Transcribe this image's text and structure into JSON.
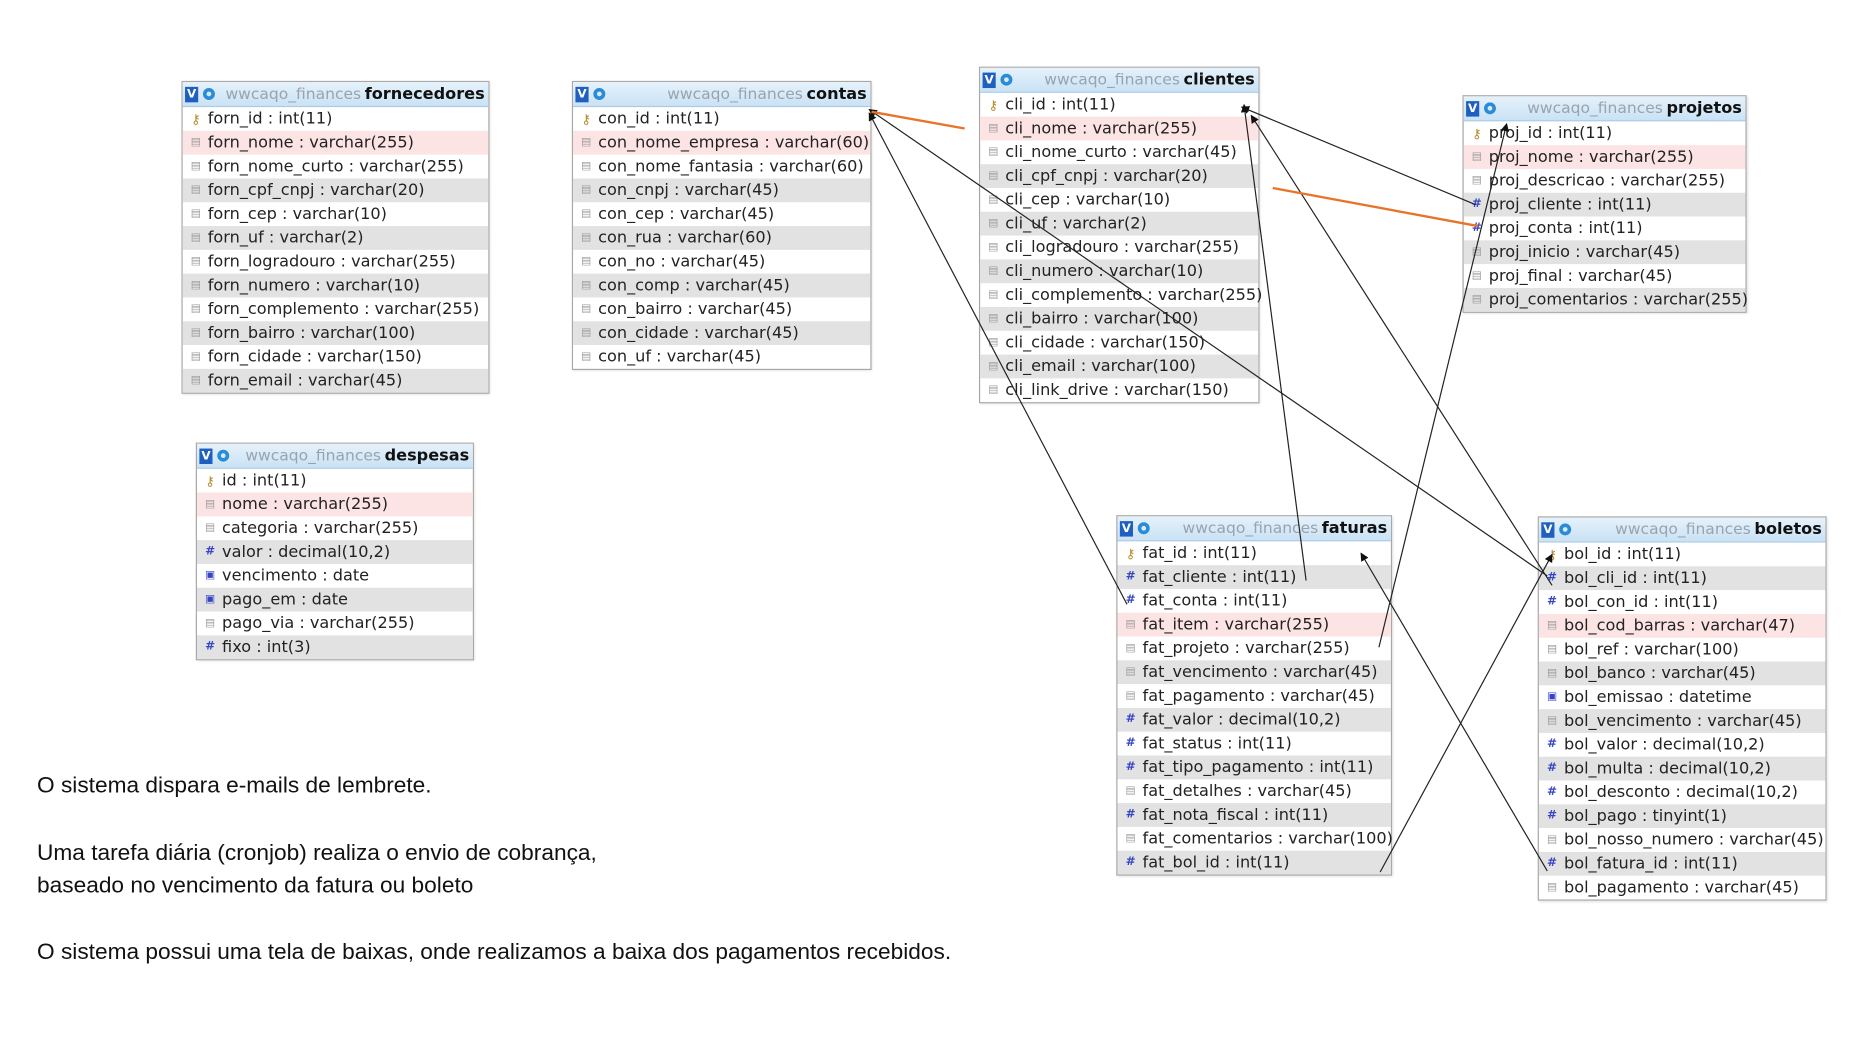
{
  "tables": [
    {
      "id": "fornecedores",
      "database": "wwcaqo_finances",
      "name": "fornecedores",
      "columns": [
        {
          "icon": "primary-key-icon",
          "text": "forn_id : int(11)"
        },
        {
          "icon": "text-field-icon",
          "text": "forn_nome : varchar(255)",
          "indexed": true
        },
        {
          "icon": "text-field-icon",
          "text": "forn_nome_curto : varchar(255)"
        },
        {
          "icon": "text-field-icon",
          "text": "forn_cpf_cnpj : varchar(20)"
        },
        {
          "icon": "text-field-icon",
          "text": "forn_cep : varchar(10)"
        },
        {
          "icon": "text-field-icon",
          "text": "forn_uf : varchar(2)"
        },
        {
          "icon": "text-field-icon",
          "text": "forn_logradouro : varchar(255)"
        },
        {
          "icon": "text-field-icon",
          "text": "forn_numero : varchar(10)"
        },
        {
          "icon": "text-field-icon",
          "text": "forn_complemento : varchar(255)"
        },
        {
          "icon": "text-field-icon",
          "text": "forn_bairro : varchar(100)"
        },
        {
          "icon": "text-field-icon",
          "text": "forn_cidade : varchar(150)"
        },
        {
          "icon": "text-field-icon",
          "text": "forn_email : varchar(45)"
        }
      ]
    },
    {
      "id": "contas",
      "database": "wwcaqo_finances",
      "name": "contas",
      "columns": [
        {
          "icon": "primary-key-icon",
          "text": "con_id : int(11)"
        },
        {
          "icon": "text-field-icon",
          "text": "con_nome_empresa : varchar(60)",
          "indexed": true
        },
        {
          "icon": "text-field-icon",
          "text": "con_nome_fantasia : varchar(60)"
        },
        {
          "icon": "text-field-icon",
          "text": "con_cnpj : varchar(45)"
        },
        {
          "icon": "text-field-icon",
          "text": "con_cep : varchar(45)"
        },
        {
          "icon": "text-field-icon",
          "text": "con_rua : varchar(60)"
        },
        {
          "icon": "text-field-icon",
          "text": "con_no : varchar(45)"
        },
        {
          "icon": "text-field-icon",
          "text": "con_comp : varchar(45)"
        },
        {
          "icon": "text-field-icon",
          "text": "con_bairro : varchar(45)"
        },
        {
          "icon": "text-field-icon",
          "text": "con_cidade : varchar(45)"
        },
        {
          "icon": "text-field-icon",
          "text": "con_uf : varchar(45)"
        }
      ]
    },
    {
      "id": "clientes",
      "database": "wwcaqo_finances",
      "name": "clientes",
      "columns": [
        {
          "icon": "primary-key-icon",
          "text": "cli_id : int(11)"
        },
        {
          "icon": "text-field-icon",
          "text": "cli_nome : varchar(255)",
          "indexed": true
        },
        {
          "icon": "text-field-icon",
          "text": "cli_nome_curto : varchar(45)"
        },
        {
          "icon": "text-field-icon",
          "text": "cli_cpf_cnpj : varchar(20)"
        },
        {
          "icon": "text-field-icon",
          "text": "cli_cep : varchar(10)"
        },
        {
          "icon": "text-field-icon",
          "text": "cli_uf : varchar(2)"
        },
        {
          "icon": "text-field-icon",
          "text": "cli_logradouro : varchar(255)"
        },
        {
          "icon": "text-field-icon",
          "text": "cli_numero : varchar(10)"
        },
        {
          "icon": "text-field-icon",
          "text": "cli_complemento : varchar(255)"
        },
        {
          "icon": "text-field-icon",
          "text": "cli_bairro : varchar(100)"
        },
        {
          "icon": "text-field-icon",
          "text": "cli_cidade : varchar(150)"
        },
        {
          "icon": "text-field-icon",
          "text": "cli_email : varchar(100)"
        },
        {
          "icon": "text-field-icon",
          "text": "cli_link_drive : varchar(150)"
        }
      ]
    },
    {
      "id": "projetos",
      "database": "wwcaqo_finances",
      "name": "projetos",
      "columns": [
        {
          "icon": "primary-key-icon",
          "text": "proj_id : int(11)"
        },
        {
          "icon": "text-field-icon",
          "text": "proj_nome : varchar(255)",
          "indexed": true
        },
        {
          "icon": "text-field-icon",
          "text": "proj_descricao : varchar(255)"
        },
        {
          "icon": "numeric-field-icon",
          "text": "proj_cliente : int(11)"
        },
        {
          "icon": "numeric-field-icon",
          "text": "proj_conta : int(11)"
        },
        {
          "icon": "text-field-icon",
          "text": "proj_inicio : varchar(45)"
        },
        {
          "icon": "text-field-icon",
          "text": "proj_final : varchar(45)"
        },
        {
          "icon": "text-field-icon",
          "text": "proj_comentarios : varchar(255)"
        }
      ]
    },
    {
      "id": "despesas",
      "database": "wwcaqo_finances",
      "name": "despesas",
      "columns": [
        {
          "icon": "primary-key-icon",
          "text": "id : int(11)"
        },
        {
          "icon": "text-field-icon",
          "text": "nome : varchar(255)",
          "indexed": true
        },
        {
          "icon": "text-field-icon",
          "text": "categoria : varchar(255)"
        },
        {
          "icon": "numeric-field-icon",
          "text": "valor : decimal(10,2)"
        },
        {
          "icon": "date-field-icon",
          "text": "vencimento : date"
        },
        {
          "icon": "date-field-icon",
          "text": "pago_em : date"
        },
        {
          "icon": "text-field-icon",
          "text": "pago_via : varchar(255)"
        },
        {
          "icon": "numeric-field-icon",
          "text": "fixo : int(3)"
        }
      ]
    },
    {
      "id": "faturas",
      "database": "wwcaqo_finances",
      "name": "faturas",
      "columns": [
        {
          "icon": "primary-key-icon",
          "text": "fat_id : int(11)"
        },
        {
          "icon": "numeric-field-icon",
          "text": "fat_cliente : int(11)"
        },
        {
          "icon": "numeric-field-icon",
          "text": "fat_conta : int(11)"
        },
        {
          "icon": "text-field-icon",
          "text": "fat_item : varchar(255)",
          "indexed": true
        },
        {
          "icon": "text-field-icon",
          "text": "fat_projeto : varchar(255)"
        },
        {
          "icon": "text-field-icon",
          "text": "fat_vencimento : varchar(45)"
        },
        {
          "icon": "text-field-icon",
          "text": "fat_pagamento : varchar(45)"
        },
        {
          "icon": "numeric-field-icon",
          "text": "fat_valor : decimal(10,2)"
        },
        {
          "icon": "numeric-field-icon",
          "text": "fat_status : int(11)"
        },
        {
          "icon": "numeric-field-icon",
          "text": "fat_tipo_pagamento : int(11)"
        },
        {
          "icon": "text-field-icon",
          "text": "fat_detalhes : varchar(45)"
        },
        {
          "icon": "numeric-field-icon",
          "text": "fat_nota_fiscal : int(11)"
        },
        {
          "icon": "text-field-icon",
          "text": "fat_comentarios : varchar(100)"
        },
        {
          "icon": "numeric-field-icon",
          "text": "fat_bol_id : int(11)"
        }
      ]
    },
    {
      "id": "boletos",
      "database": "wwcaqo_finances",
      "name": "boletos",
      "columns": [
        {
          "icon": "primary-key-icon",
          "text": "bol_id : int(11)"
        },
        {
          "icon": "numeric-field-icon",
          "text": "bol_cli_id : int(11)"
        },
        {
          "icon": "numeric-field-icon",
          "text": "bol_con_id : int(11)"
        },
        {
          "icon": "text-field-icon",
          "text": "bol_cod_barras : varchar(47)",
          "indexed": true
        },
        {
          "icon": "text-field-icon",
          "text": "bol_ref : varchar(100)"
        },
        {
          "icon": "text-field-icon",
          "text": "bol_banco : varchar(45)"
        },
        {
          "icon": "date-field-icon",
          "text": "bol_emissao : datetime"
        },
        {
          "icon": "text-field-icon",
          "text": "bol_vencimento : varchar(45)"
        },
        {
          "icon": "numeric-field-icon",
          "text": "bol_valor : decimal(10,2)"
        },
        {
          "icon": "numeric-field-icon",
          "text": "bol_multa : decimal(10,2)"
        },
        {
          "icon": "numeric-field-icon",
          "text": "bol_desconto : decimal(10,2)"
        },
        {
          "icon": "numeric-field-icon",
          "text": "bol_pago : tinyint(1)"
        },
        {
          "icon": "text-field-icon",
          "text": "bol_nosso_numero : varchar(45)"
        },
        {
          "icon": "numeric-field-icon",
          "text": "bol_fatura_id : int(11)"
        },
        {
          "icon": "text-field-icon",
          "text": "bol_pagamento : varchar(45)"
        }
      ]
    }
  ],
  "relations": [
    {
      "from": "faturas.fat_cliente",
      "to": "clientes.cli_id"
    },
    {
      "from": "faturas.fat_conta",
      "to": "contas.con_id"
    },
    {
      "from": "faturas.fat_projeto",
      "to": "projetos.proj_id"
    },
    {
      "from": "faturas.fat_bol_id",
      "to": "boletos.bol_id"
    },
    {
      "from": "boletos.bol_cli_id",
      "to": "clientes.cli_id"
    },
    {
      "from": "boletos.bol_con_id",
      "to": "contas.con_id"
    },
    {
      "from": "boletos.bol_fatura_id",
      "to": "faturas.fat_id"
    },
    {
      "from": "projetos.proj_cliente",
      "to": "clientes.cli_id"
    },
    {
      "from": "projetos.proj_conta",
      "to": "contas.con_id"
    }
  ],
  "colors": {
    "relation_line": "#222222",
    "highlight_relation_line": "#e8742a",
    "indexed_row": "#fde4e4",
    "alt_row": "#e2e2e2"
  },
  "notes": {
    "line1": "O sistema dispara e-mails de lembrete.",
    "line2": "Uma tarefa diária (cronjob) realiza o envio de cobrança,",
    "line3": "baseado no vencimento da fatura ou boleto",
    "line4": "O sistema possui uma tela de baixas, onde realizamos a baixa dos pagamentos recebidos."
  }
}
